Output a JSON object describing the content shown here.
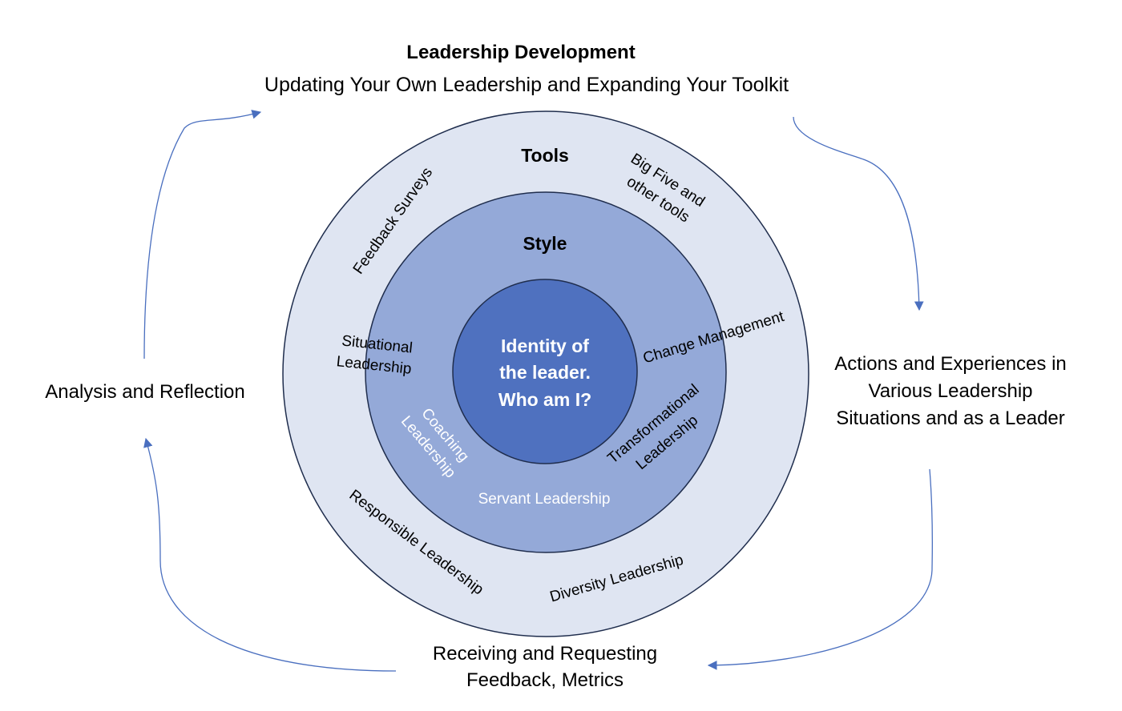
{
  "header": {
    "title": "Leadership Development",
    "subtitle": "Updating Your Own Leadership and Expanding Your Toolkit"
  },
  "cycle": {
    "right": [
      "Actions and Experiences in",
      "Various Leadership",
      "Situations and as a Leader"
    ],
    "bottom": [
      "Receiving and Requesting",
      "Feedback, Metrics"
    ],
    "left": "Analysis and Reflection"
  },
  "rings": {
    "outer_title": "Tools",
    "middle_title": "Style",
    "core": [
      "Identity of",
      "the leader.",
      "Who am I?"
    ]
  },
  "tools": {
    "feedback_surveys": "Feedback Surveys",
    "big_five": [
      "Big Five and",
      "other tools"
    ],
    "responsible": "Responsible Leadership",
    "diversity": "Diversity Leadership",
    "change": "Change Management"
  },
  "styles": {
    "situational": [
      "Situational",
      "Leadership"
    ],
    "coaching": [
      "Coaching",
      "Leadership"
    ],
    "servant": "Servant Leadership",
    "transformational": [
      "Transformational",
      "Leadership"
    ]
  },
  "colors": {
    "outer_ring": "#dfe5f2",
    "middle_ring": "#94a9d8",
    "core": "#4f71bf",
    "arrow": "#4a6fbf",
    "stroke": "#1f2d4d"
  }
}
